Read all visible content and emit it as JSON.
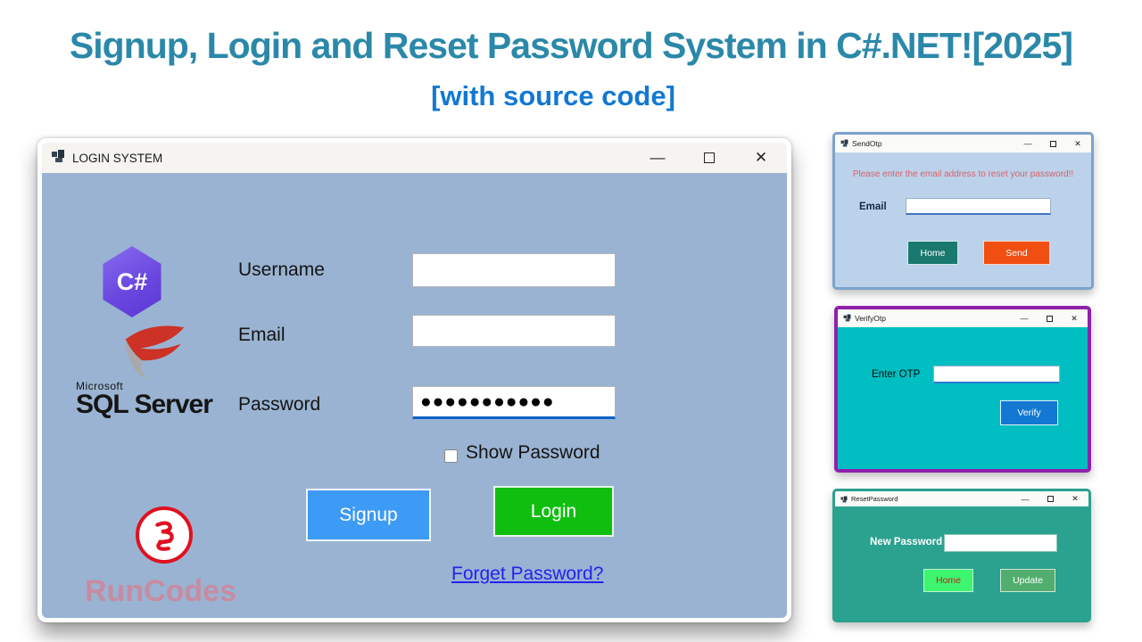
{
  "header": {
    "title": "Signup, Login and Reset Password System in C#.NET![2025]",
    "subtitle": "[with source code]"
  },
  "login_window": {
    "titlebar": {
      "title": "LOGIN SYSTEM",
      "minimize": "—",
      "close": "✕"
    },
    "csharp_logo_text": "C#",
    "sql_logo": {
      "microsoft": "Microsoft",
      "name": "SQL Server"
    },
    "username_label": "Username",
    "username_value": "",
    "email_label": "Email",
    "email_value": "",
    "password_label": "Password",
    "password_value": "●●●●●●●●●●●",
    "show_password_label": "Show Password",
    "show_password_checked": false,
    "signup_button": "Signup",
    "login_button": "Login",
    "forget_password_link": "Forget Password?",
    "runcodes_text": "RunCodes"
  },
  "send_otp_window": {
    "titlebar": {
      "title": "SendOtp",
      "minimize": "—",
      "close": "✕"
    },
    "message": "Please enter the email address to reset your password!!",
    "email_label": "Email",
    "email_value": "",
    "home_button": "Home",
    "send_button": "Send"
  },
  "verify_otp_window": {
    "titlebar": {
      "title": "VerifyOtp",
      "minimize": "—",
      "close": "✕"
    },
    "otp_label": "Enter OTP",
    "otp_value": "",
    "verify_button": "Verify"
  },
  "reset_password_window": {
    "titlebar": {
      "title": "ResetPassword",
      "minimize": "—",
      "close": "✕"
    },
    "new_password_label": "New Password",
    "new_password_value": "",
    "home_button": "Home",
    "update_button": "Update"
  },
  "colors": {
    "title_teal": "#2b88a9",
    "subtitle_blue": "#1278d2",
    "login_body": "#9ab3d2",
    "signup_blue": "#3d9bf5",
    "login_green": "#10be10",
    "link_blue": "#2323ee",
    "sendotp_body": "#bcd2ea",
    "sendotp_border": "#7ba3cc",
    "home_teal": "#19796f",
    "send_orange": "#f14e11",
    "verify_body": "#00bec2",
    "verify_border": "#8e22ac",
    "verify_blue": "#1278d2",
    "reset_body": "#2ba18f",
    "reset_home_green": "#3df56e",
    "update_green": "#52ae6e"
  }
}
